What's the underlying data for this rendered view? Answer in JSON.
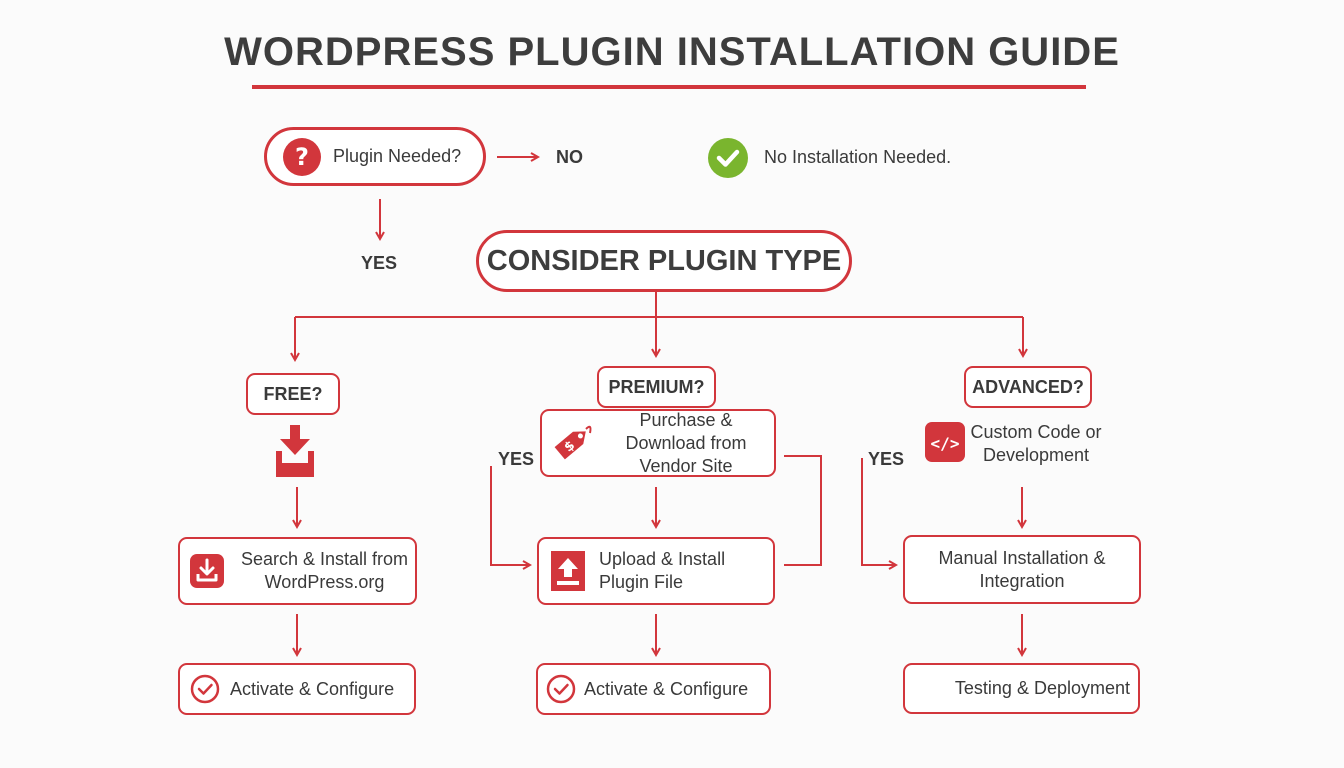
{
  "title": "WORDPRESS PLUGIN INSTALLATION GUIDE",
  "start": {
    "question": "Plugin Needed?",
    "no_label": "NO",
    "no_result": "No Installation Needed.",
    "yes_label": "YES"
  },
  "consider": "CONSIDER PLUGIN TYPE",
  "branches": {
    "free": {
      "question": "FREE?",
      "install": "Search & Install from WordPress.org",
      "final": "Activate & Configure"
    },
    "premium": {
      "question": "PREMIUM?",
      "purchase": "Purchase & Download from Vendor Site",
      "yes_label": "YES",
      "upload": "Upload & Install Plugin File",
      "final": "Activate & Configure"
    },
    "advanced": {
      "question": "ADVANCED?",
      "custom": "Custom Code or Development",
      "yes_label": "YES",
      "manual": "Manual Installation & Integration",
      "final": "Testing & Deployment"
    }
  },
  "colors": {
    "accent": "#d2363c",
    "success": "#7ab52e",
    "text": "#3a3a3a"
  },
  "icons": {
    "start": "question-icon",
    "no_result": "check-circle-icon",
    "free": "download-tray-icon",
    "free_install": "download-icon",
    "premium_purchase": "price-tag-icon",
    "premium_upload": "upload-icon",
    "advanced_custom": "code-icon",
    "final": "check-icon"
  }
}
